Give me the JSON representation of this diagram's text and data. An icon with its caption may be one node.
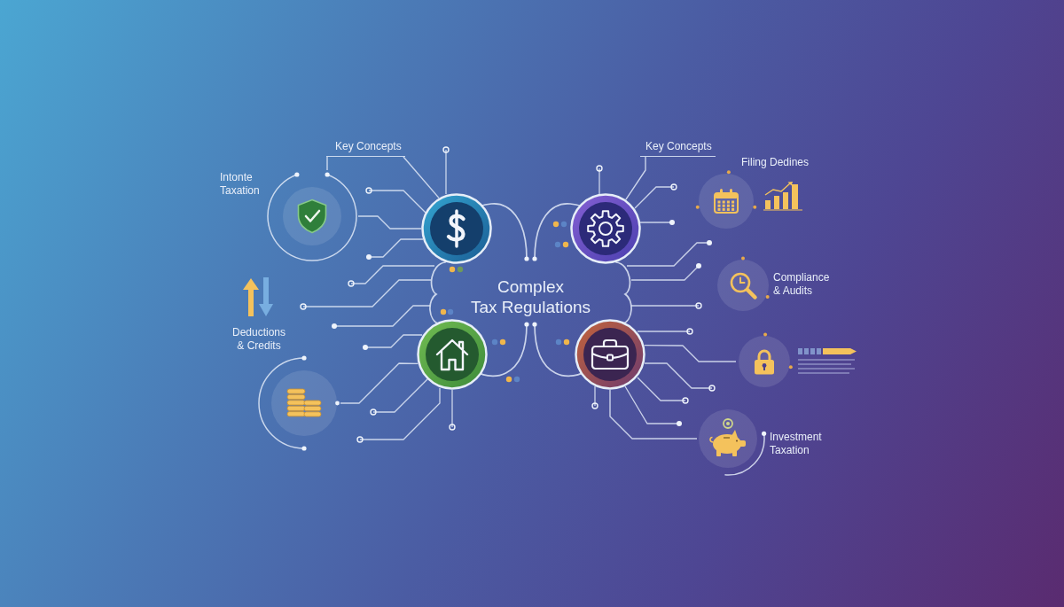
{
  "diagram": {
    "nodes": [
      {
        "text": [
          "Key Concepts"
        ]
      },
      {
        "text": [
          "Key Concepts"
        ]
      },
      {
        "text": [
          "Intonte Taxation"
        ]
      },
      {
        "text": [
          "Filing Dedines"
        ]
      },
      {
        "text": [],
        "shape": "circle"
      },
      {
        "text": [],
        "shape": "circle"
      },
      {
        "text": [
          "Complex Tax Regulations"
        ]
      },
      {
        "text": [
          "Compliance & Audits"
        ]
      },
      {
        "text": [],
        "shape": "circle"
      },
      {
        "text": [],
        "shape": "circle"
      },
      {
        "text": [],
        "shape": "circle"
      },
      {
        "text": [],
        "shape": "circle"
      },
      {
        "text": [
          "Investment Taxation"
        ]
      }
    ],
    "edges": [
      {
        "from": 0,
        "to": 4,
        "arrow": "none"
      },
      {
        "from": 0,
        "to": 2,
        "arrow": "none"
      },
      {
        "from": 1,
        "to": 5,
        "arrow": "none"
      },
      {
        "from": 4,
        "to": 2,
        "arrow": "none"
      },
      {
        "from": 8,
        "to": 11,
        "arrow": "none"
      },
      {
        "from": 9,
        "to": 10,
        "arrow": "none"
      },
      {
        "from": 9,
        "to": 12,
        "arrow": "none"
      }
    ],
    "labels": [
      "Deductions & Credits"
    ]
  }
}
